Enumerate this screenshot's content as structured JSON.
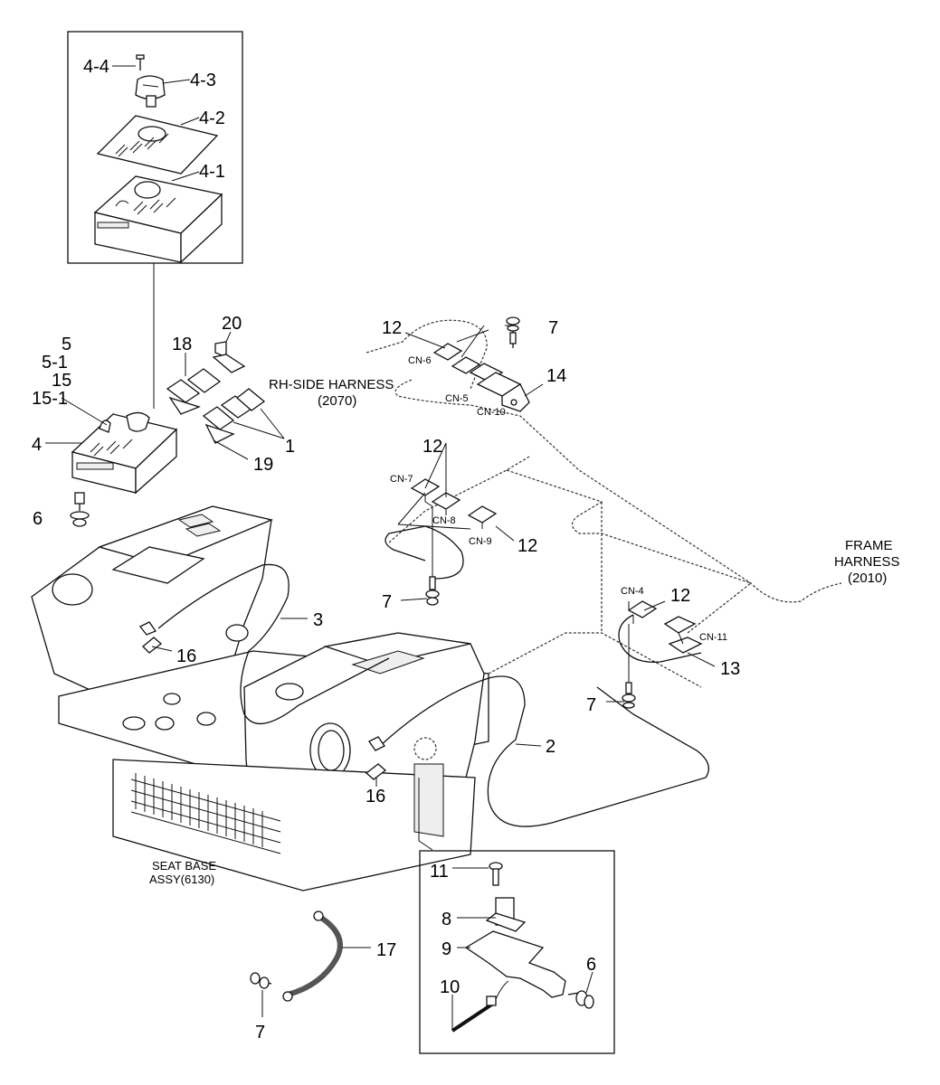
{
  "callouts": {
    "c4_4": "4-4",
    "c4_3": "4-3",
    "c4_2": "4-2",
    "c4_1": "4-1",
    "c5": "5",
    "c5_1": "5-1",
    "c15": "15",
    "c15_1": "15-1",
    "c4": "4",
    "c6a": "6",
    "c18": "18",
    "c20": "20",
    "c19": "19",
    "c1": "1",
    "c12a": "12",
    "c7a": "7",
    "c14": "14",
    "c12b": "12",
    "c12c": "12",
    "c7b": "7",
    "c3": "3",
    "c16a": "16",
    "c12d": "12",
    "c13": "13",
    "c7c": "7",
    "c2": "2",
    "c16b": "16",
    "c11": "11",
    "c8": "8",
    "c9": "9",
    "c10": "10",
    "c6b": "6",
    "c17": "17",
    "c7d": "7"
  },
  "connectors": {
    "cn6": "CN-6",
    "cn5": "CN-5",
    "cn10": "CN-10",
    "cn7": "CN-7",
    "cn8": "CN-8",
    "cn9": "CN-9",
    "cn4": "CN-4",
    "cn11": "CN-11"
  },
  "harness_labels": {
    "rh_line1": "RH-SIDE HARNESS",
    "rh_line2": "(2070)",
    "frame_line1": "FRAME",
    "frame_line2": "HARNESS",
    "frame_line3": "(2010)",
    "seat_line1": "SEAT BASE",
    "seat_line2": "ASSY(6130)"
  }
}
